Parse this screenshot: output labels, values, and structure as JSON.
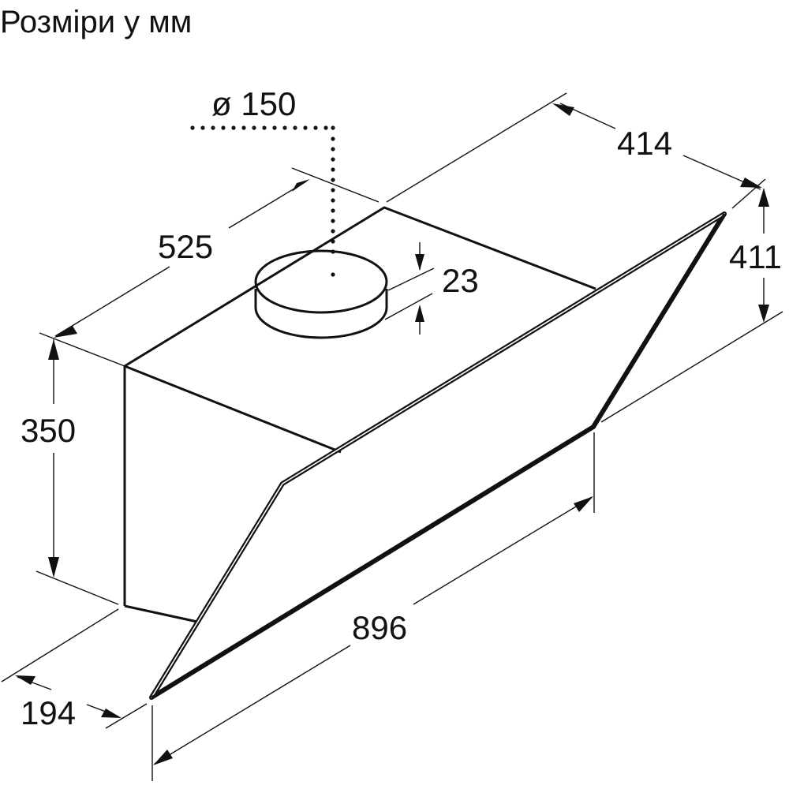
{
  "title": "Розміри у мм",
  "dimensions": {
    "duct_diameter": "ø 150",
    "depth_top": "525",
    "width_top": "414",
    "glass_height": "411",
    "collar_height": "23",
    "body_height": "350",
    "bottom_depth": "194",
    "total_width": "896"
  },
  "unit": "mm",
  "colors": {
    "line": "#111111",
    "background": "#ffffff"
  }
}
